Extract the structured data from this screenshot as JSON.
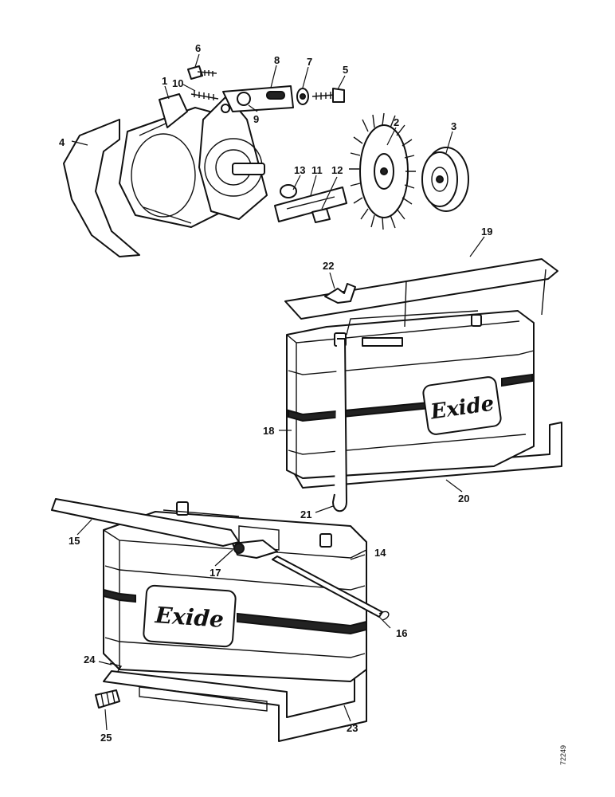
{
  "brand_label": "Exide",
  "reference_code": "72249",
  "callouts": [
    "1",
    "2",
    "3",
    "4",
    "5",
    "6",
    "7",
    "8",
    "9",
    "10",
    "11",
    "12",
    "13",
    "14",
    "15",
    "16",
    "17",
    "18",
    "19",
    "20",
    "21",
    "22",
    "23",
    "24",
    "25"
  ]
}
